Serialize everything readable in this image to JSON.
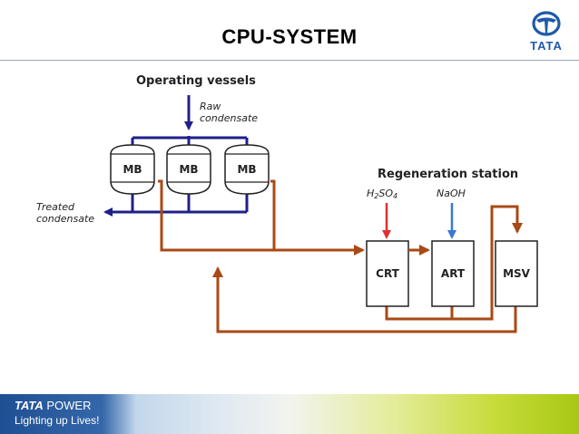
{
  "header": {
    "title": "CPU-SYSTEM",
    "logo_text": "TATA"
  },
  "diagram": {
    "operating_section_title": "Operating vessels",
    "raw_condensate_label": [
      "Raw",
      "condensate"
    ],
    "treated_condensate_label": [
      "Treated",
      "condensate"
    ],
    "vessels": [
      "MB",
      "MB",
      "MB"
    ],
    "regeneration_section_title": "Regeneration station",
    "chemicals": {
      "acid": "H2SO4",
      "base": "NaOH"
    },
    "regen_units": [
      "CRT",
      "ART",
      "MSV"
    ],
    "colors": {
      "service_line": "#1f1f8a",
      "regen_line": "#a84a16",
      "acid_arrow": "#e03030",
      "base_arrow": "#3a78d4"
    }
  },
  "footer": {
    "brand_bold": "TATA",
    "brand_rest": " POWER",
    "tagline": "Lighting up Lives!"
  }
}
